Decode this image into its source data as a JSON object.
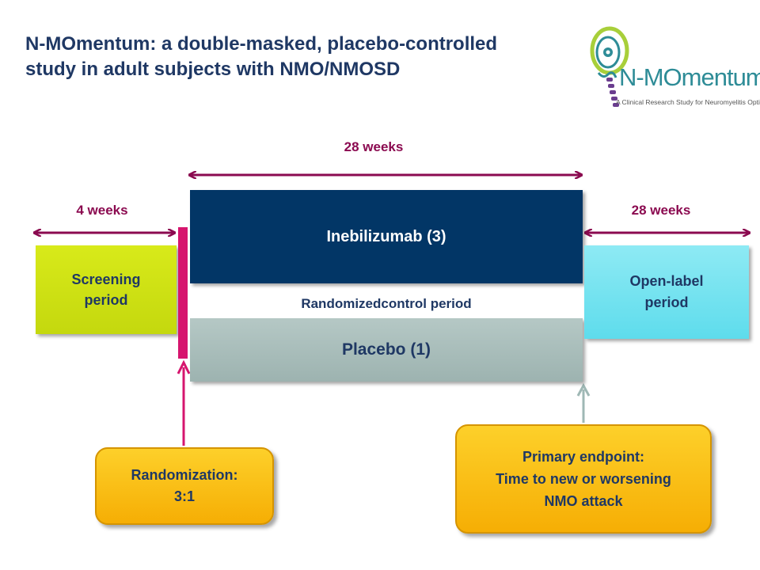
{
  "title": {
    "line1": "N-MOmentum: a double-masked, placebo-controlled",
    "line2": "study in adult subjects with NMO/NMOSD"
  },
  "logo": {
    "name": "N-MOmentum",
    "tagline": "A Clinical Research Study for Neuromyelitis Optica"
  },
  "durations": {
    "screening": "4 weeks",
    "control": "28 weeks",
    "open_label": "28 weeks"
  },
  "periods": {
    "screening_line1": "Screening",
    "screening_line2": "period",
    "treatment_arm": "Inebilizumab (3)",
    "control_period": "Randomizedcontrol period",
    "placebo_arm": "Placebo (1)",
    "open_label_line1": "Open-label",
    "open_label_line2": "period"
  },
  "callouts": {
    "randomization_line1": "Randomization:",
    "randomization_line2": "3:1",
    "endpoint_line1": "Primary endpoint:",
    "endpoint_line2": "Time to new or worsening",
    "endpoint_line3": "NMO attack"
  },
  "colors": {
    "title": "#1f3864",
    "duration_arrows": "#8b0a50",
    "screening": "#d0e214",
    "inebilizumab": "#023666",
    "placebo": "#a9bdba",
    "open_label": "#76e3f0",
    "randomization_bar": "#d6156e",
    "callout": "#fbbf10"
  }
}
